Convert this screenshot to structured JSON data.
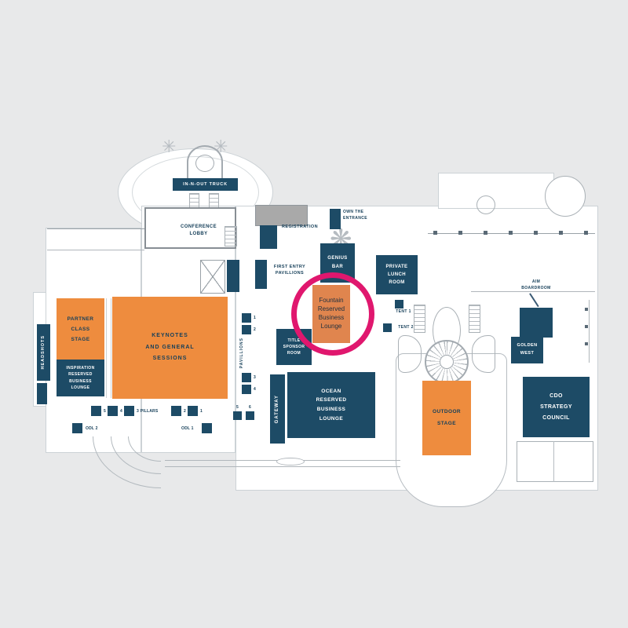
{
  "title": "Conference venue floor plan",
  "colors": {
    "background": "#e8e9ea",
    "plan_white": "#ffffff",
    "navy": "#1d4b66",
    "orange": "#ee8c3e",
    "highlight_orange": "#e0854e",
    "highlight_ring_pink": "#e0176e",
    "outline_gray": "#aab1b6"
  },
  "highlight": {
    "shape": "circle",
    "color": "#e0176e",
    "target": "Fountain Reserved Business Lounge"
  },
  "venues": {
    "in_n_out_truck": {
      "label": "IN-N-OUT TRUCK"
    },
    "conference_lobby": {
      "label": "CONFERENCE\nLOBBY"
    },
    "registration": {
      "label": "REGISTRATION"
    },
    "own_the_entrance": {
      "label": "OWN THE\nENTRANCE"
    },
    "genius_bar": {
      "label": "GENIUS\nBAR"
    },
    "private_lunch_room": {
      "label": "PRIVATE\nLUNCH\nROOM"
    },
    "first_entry_pavillions": {
      "label": "FIRST ENTRY\nPAVILLIONS"
    },
    "fountain_reserved_business_lounge": {
      "label": "Fountain\nReserved\nBusiness\nLounge",
      "highlighted": true
    },
    "tent_1": {
      "label": "TENT 1"
    },
    "tent_2": {
      "label": "TENT 2"
    },
    "partner_class_stage": {
      "label": "PARTNER\nCLASS\nSTAGE"
    },
    "inspiration_reserved_business_lounge": {
      "label": "INSPIRATION\nRESERVED\nBUSINESS\nLOUNGE"
    },
    "headshots": {
      "label": "HEADSHOTS"
    },
    "keynotes": {
      "label": "KEYNOTES\nAND GENERAL\nSESSIONS"
    },
    "title_sponsor_room": {
      "label": "TITLE\nSPONSOR\nROOM"
    },
    "gateway": {
      "label": "GATEWAY"
    },
    "ocean_reserved_business_lounge": {
      "label": "OCEAN\nRESERVED\nBUSINESS\nLOUNGE"
    },
    "outdoor_stage": {
      "label": "OUTDOOR\nSTAGE"
    },
    "golden_west": {
      "label": "GOLDEN\nWEST"
    },
    "aim_boardroom": {
      "label": "AIM\nBOARDROOM"
    },
    "cdo_strategy_council": {
      "label": "CDO\nSTRATEGY\nCOUNCIL"
    }
  },
  "pavillions": {
    "column_label": "PAVILLIONS",
    "numbers": [
      "1",
      "2",
      "3",
      "4",
      "5",
      "6"
    ]
  },
  "pillars": {
    "items": [
      "5",
      "4",
      "3 PILLARS",
      "2",
      "1"
    ]
  },
  "odl": {
    "odl_2": "ODL 2",
    "odl_1": "ODL 1"
  }
}
